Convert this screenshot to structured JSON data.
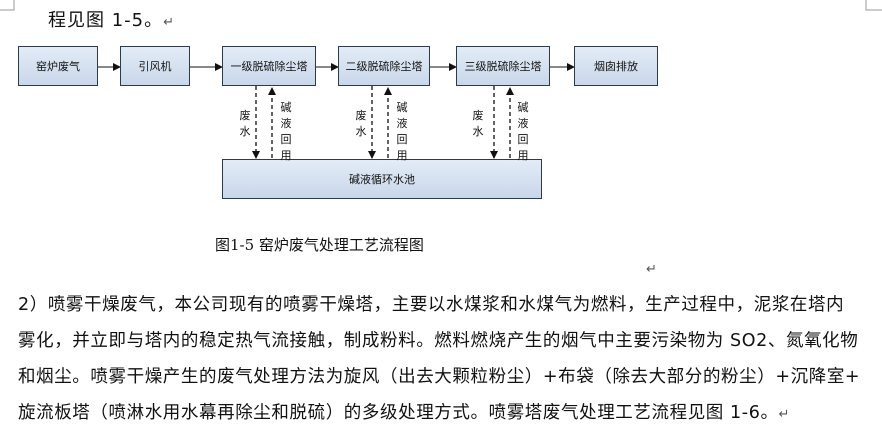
{
  "heading": {
    "text": "程见图 1-5。",
    "mark": "↵"
  },
  "diagram": {
    "top_boxes": [
      "窑炉废气",
      "引风机",
      "一级脱硫除尘塔",
      "二级脱硫除尘塔",
      "三级脱硫除尘塔",
      "烟囱排放"
    ],
    "down_label": "废水",
    "up_label": "碱液回用",
    "pool": "碱液循环水池"
  },
  "caption": "图1-5 窑炉废气处理工艺流程图",
  "paragraph": {
    "lines": [
      "2）喷雾干燥废气，本公司现有的喷雾干燥塔，主要以水煤浆和水煤气为燃料，生产过程中，泥浆在塔内",
      "雾化，并立即与塔内的稳定热气流接触，制成粉料。燃料燃烧产生的烟气中主要污染物为 SO2、氮氧化物",
      "和烟尘。喷雾干燥产生的废气处理方法为旋风（出去大颗粒粉尘）+布袋（除去大部分的粉尘）+沉降室+",
      "旋流板塔（喷淋水用水幕再除尘和脱硫）的多级处理方式。喷雾塔废气处理工艺流程见图 1-6。"
    ],
    "end_mark": "↵"
  },
  "stray_marks": [
    "↵"
  ]
}
